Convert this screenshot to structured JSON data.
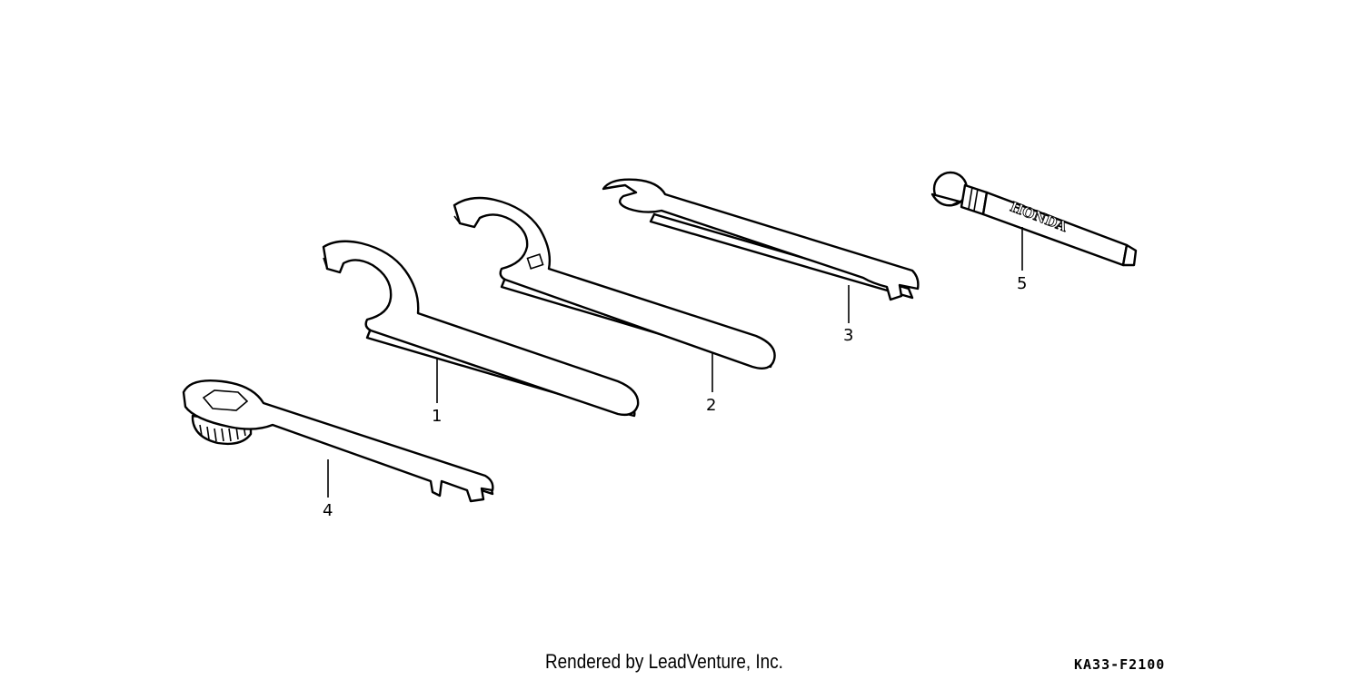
{
  "diagram": {
    "tools": [
      {
        "callout": "1",
        "kind": "hook-spanner-large"
      },
      {
        "callout": "2",
        "kind": "hook-spanner-small"
      },
      {
        "callout": "3",
        "kind": "open-end-wrench"
      },
      {
        "callout": "4",
        "kind": "ring-wrench-with-knurled-nut"
      },
      {
        "callout": "5",
        "kind": "screwdriver-handle"
      }
    ],
    "handle_brand": "HONDA"
  },
  "footer": {
    "credit": "Rendered by LeadVenture, Inc.",
    "diagram_code": "KA33-F2100"
  }
}
